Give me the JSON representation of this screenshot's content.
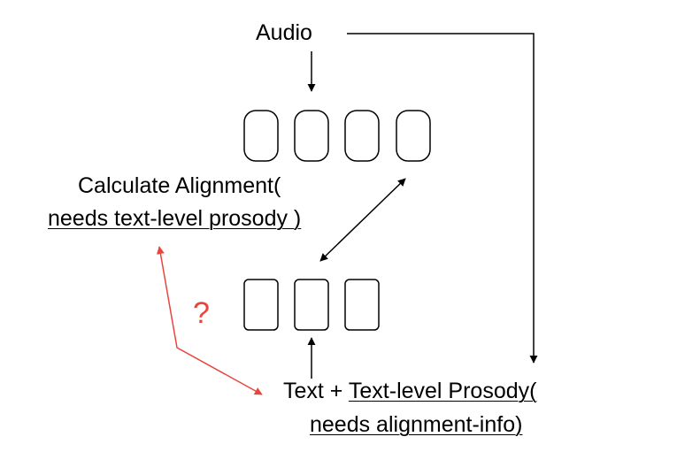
{
  "labels": {
    "audio": "Audio",
    "calc_line1": "Calculate Alignment(",
    "calc_line2": "needs text-level prosody )",
    "text_prefix": "Text + ",
    "text_prosody": "Text-level Prosody(",
    "alignment_info": "needs alignment-info)",
    "question": "?"
  },
  "colors": {
    "line": "#000000",
    "question_arrow": "#e8453c"
  }
}
